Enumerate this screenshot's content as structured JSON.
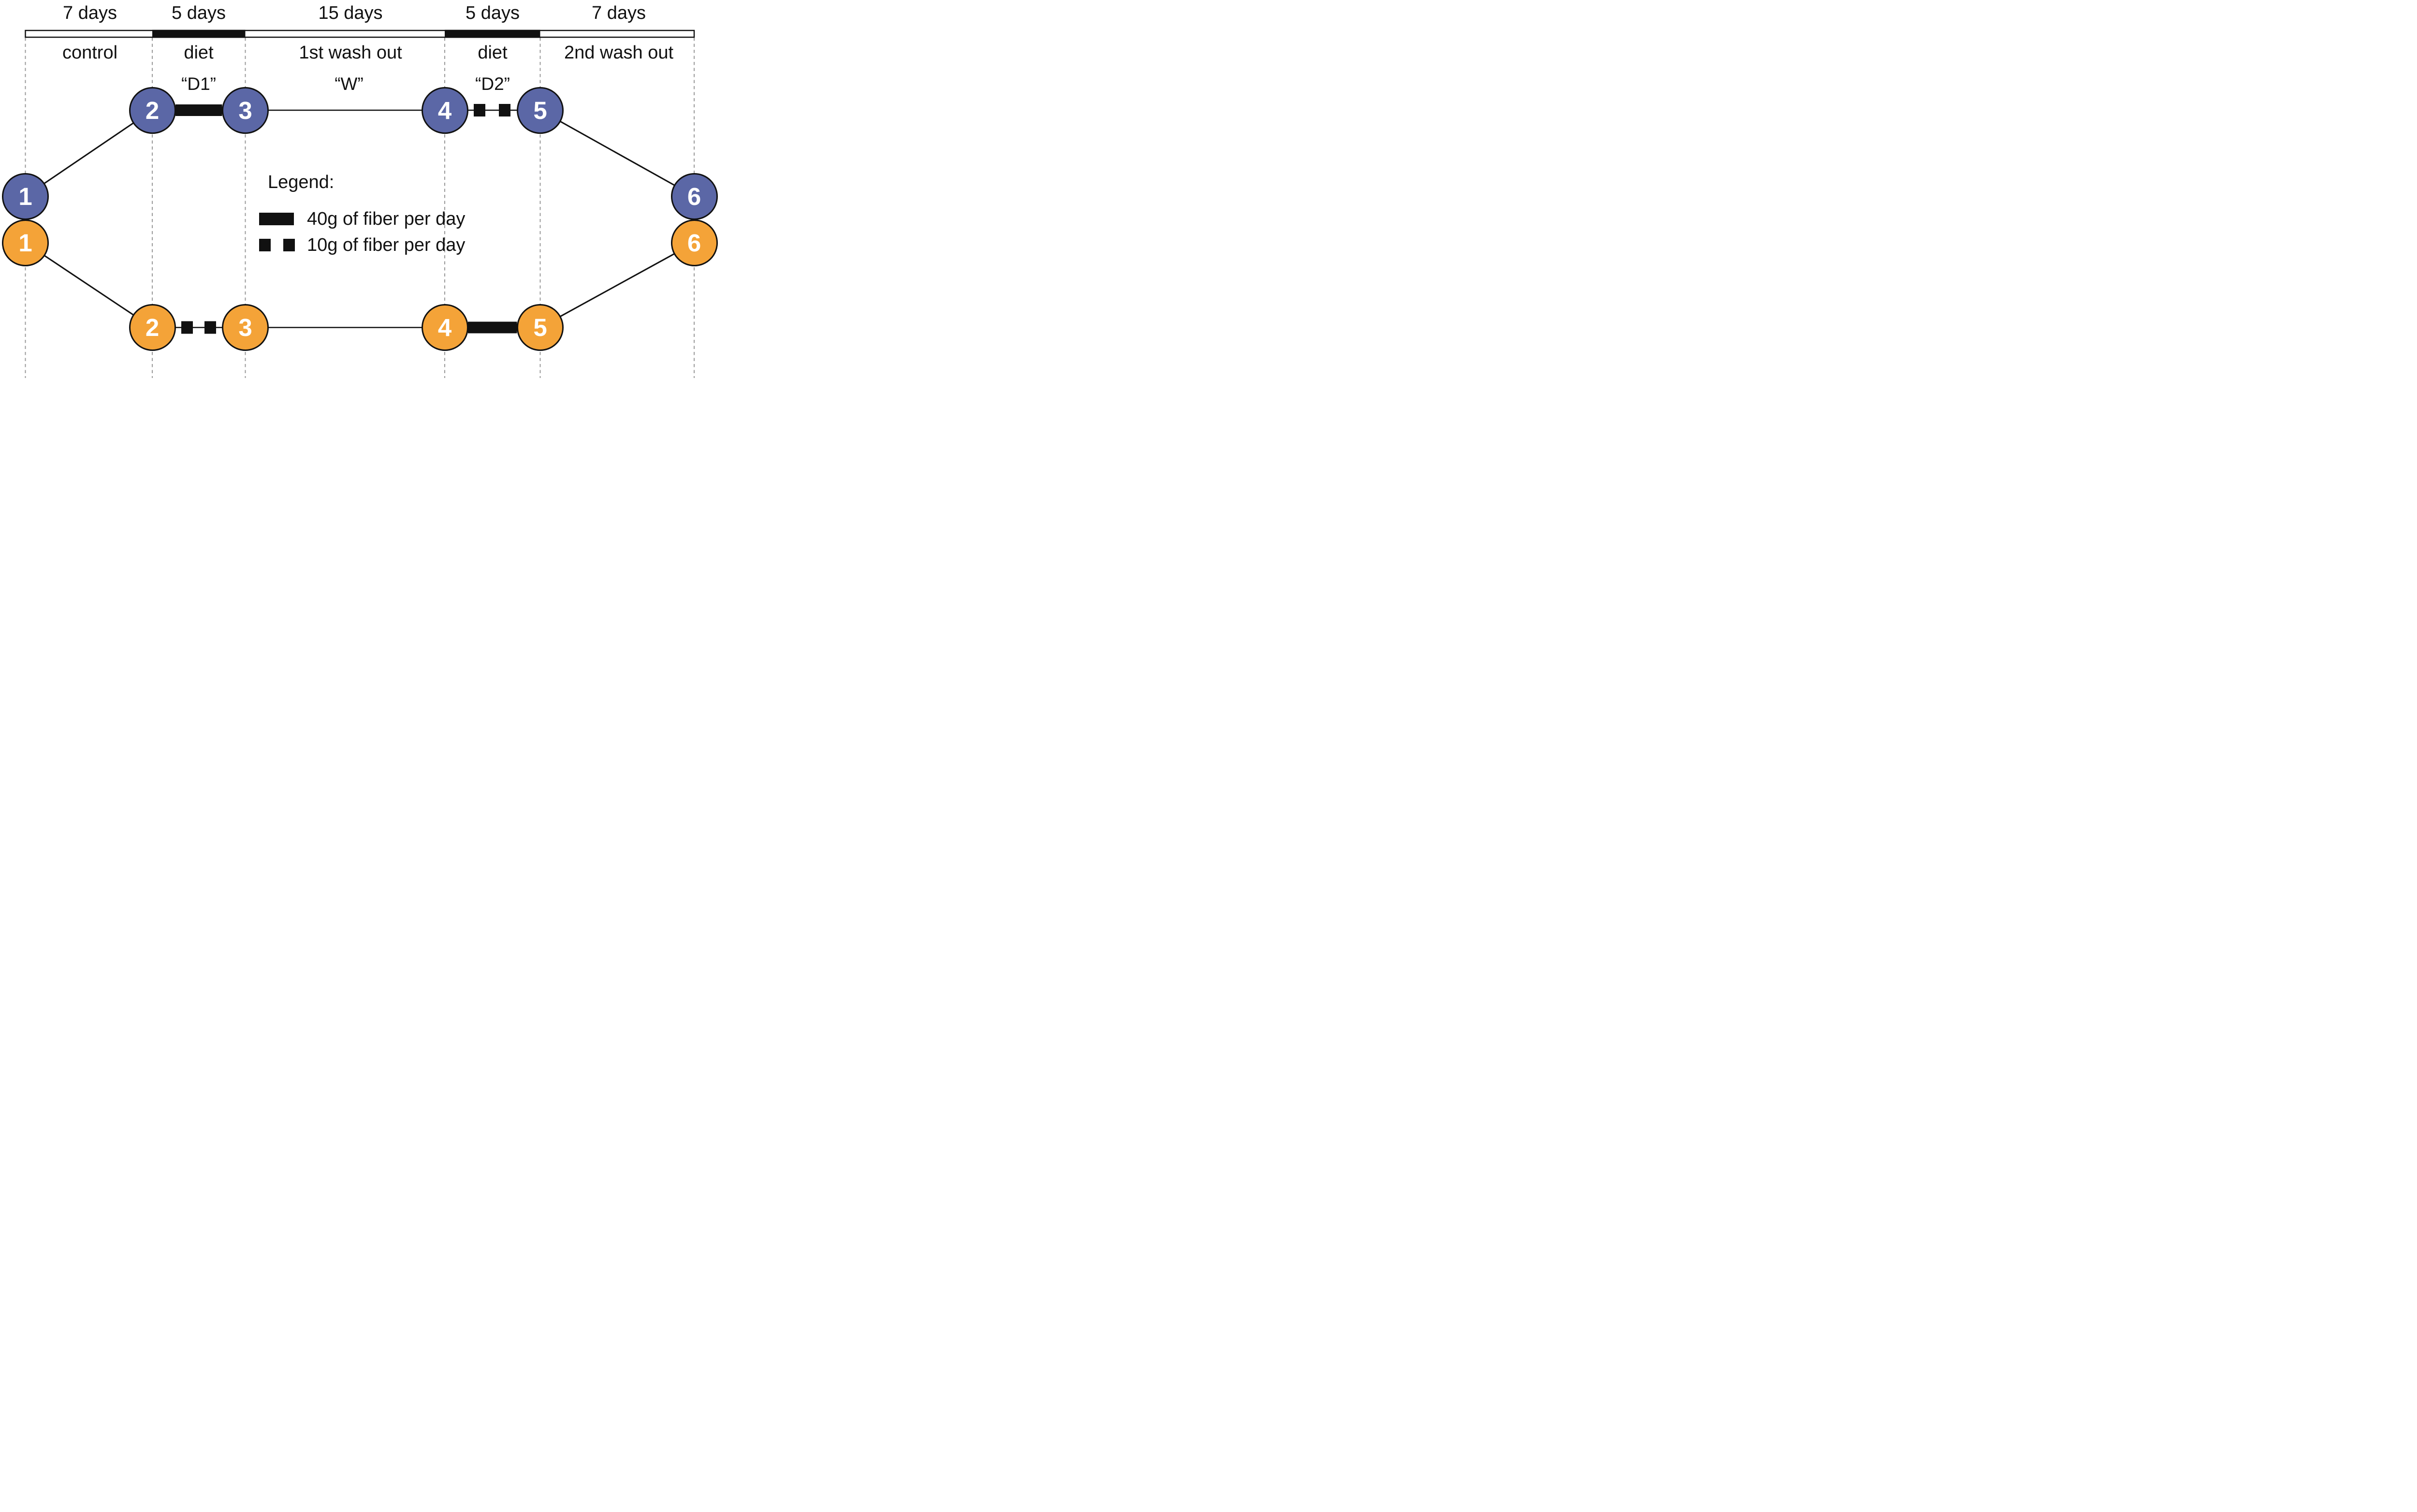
{
  "colors": {
    "blue": "#5b67a6",
    "orange": "#f4a338",
    "ink": "#111111",
    "dash": "#999999",
    "bg": "#ffffff"
  },
  "timeline": {
    "durations": [
      "7 days",
      "5 days",
      "15 days",
      "5 days",
      "7 days"
    ],
    "phases": [
      "control",
      "diet",
      "1st wash out",
      "diet",
      "2nd wash out"
    ],
    "codes": [
      "“D1”",
      "“W”",
      "“D2”"
    ]
  },
  "arms": {
    "blue": {
      "nodes": [
        "1",
        "2",
        "3",
        "4",
        "5",
        "6"
      ]
    },
    "orange": {
      "nodes": [
        "1",
        "2",
        "3",
        "4",
        "5",
        "6"
      ]
    }
  },
  "legend": {
    "title": "Legend:",
    "items": [
      {
        "swatch": "solid-bar",
        "label": "40g of fiber per day"
      },
      {
        "swatch": "two-squares",
        "label": "10g of fiber per day"
      }
    ]
  }
}
